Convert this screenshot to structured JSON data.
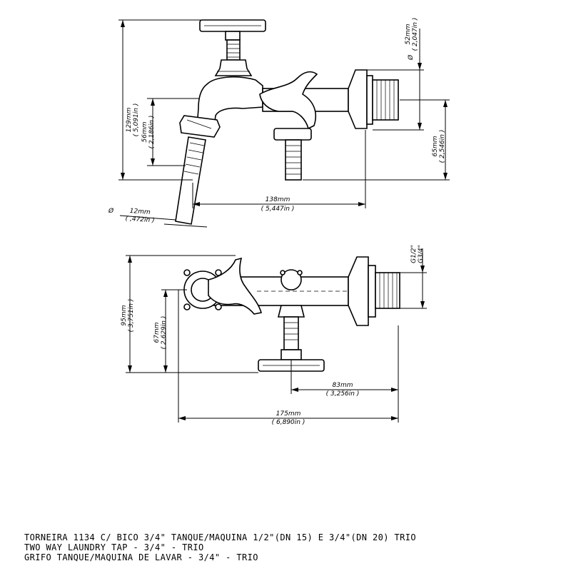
{
  "top_view": {
    "dim_52": {
      "mm": "52mm",
      "in": "( 2,047in )"
    },
    "dim_129": {
      "mm": "129mm",
      "in": "( 5,091in )"
    },
    "dim_56": {
      "mm": "56mm",
      "in": "( 2,186in )"
    },
    "dim_65": {
      "mm": "65mm",
      "in": "( 2,546in )"
    },
    "dim_138": {
      "mm": "138mm",
      "in": "( 5,447in )"
    },
    "dim_12": {
      "mm": "12mm",
      "in": "( ,472in )"
    },
    "diameter_symbol": "Ø"
  },
  "bottom_view": {
    "thread_g12": "G1/2\"",
    "thread_g34": "G3/4\"",
    "dim_95": {
      "mm": "95mm",
      "in": "( 3,751in )"
    },
    "dim_67": {
      "mm": "67mm",
      "in": "( 2,629in )"
    },
    "dim_83": {
      "mm": "83mm",
      "in": "( 3,256in )"
    },
    "dim_175": {
      "mm": "175mm",
      "in": "( 6,890in )"
    }
  },
  "caption": {
    "line1": "TORNEIRA 1134 C/ BICO 3/4\" TANQUE/MAQUINA 1/2\"(DN 15) E 3/4\"(DN 20) TRIO",
    "line2": "TWO WAY LAUNDRY TAP - 3/4\" - TRIO",
    "line3": "GRIFO TANQUE/MAQUINA DE LAVAR - 3/4\" - TRIO"
  }
}
